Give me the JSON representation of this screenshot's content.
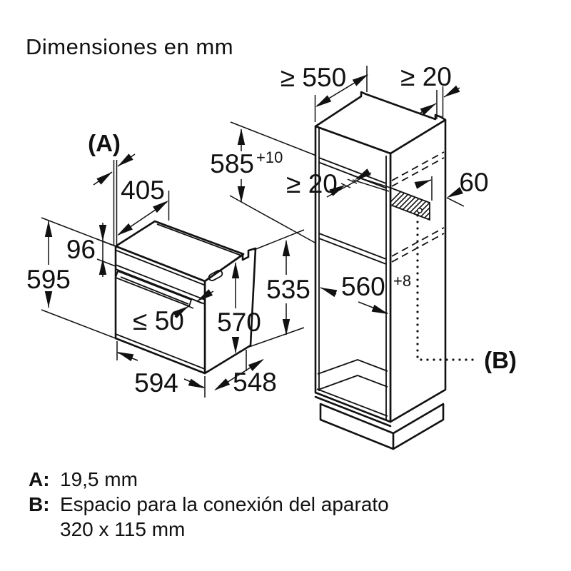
{
  "title": "Dimensiones en mm",
  "oven": {
    "ref_a": "(A)",
    "dim_top_depth": "405",
    "dim_control_panel_height": "96",
    "dim_total_height": "595",
    "dim_handle_protrusion": "≤ 50",
    "dim_front_height": "570",
    "dim_body_height": "535",
    "dim_width": "594",
    "dim_depth": "548"
  },
  "cabinet": {
    "dim_min_depth": "≥ 550",
    "dim_min_rear_gap": "≥ 20",
    "dim_niche_height": "585",
    "dim_niche_height_tol": "+10",
    "dim_min_cable_gap": "≥ 20",
    "dim_rear_clearance": "60",
    "dim_niche_width": "560",
    "dim_niche_width_tol": "+8",
    "ref_b": "(B)"
  },
  "legend": {
    "a_key": "A:",
    "a_value": "19,5 mm",
    "b_key": "B:",
    "b_value": "Espacio para la conexión del aparato",
    "b_value_line2": "320 x 115 mm"
  }
}
